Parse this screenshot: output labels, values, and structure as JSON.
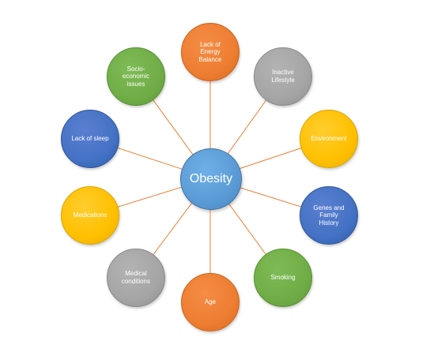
{
  "center": {
    "label": "Obesity",
    "color": "#5b9bd5"
  },
  "connector_color": "#ed7d31",
  "nodes": [
    {
      "id": "lack-of-energy-balance",
      "label": "Lack of\nEnergy\nBalance",
      "color": "orange"
    },
    {
      "id": "inactive-lifestyle",
      "label": "Inactive\nLifestyle",
      "color": "gray"
    },
    {
      "id": "environment",
      "label": "Environment",
      "color": "yellow"
    },
    {
      "id": "genes-and-family-history",
      "label": "Genes and\nFamily\nHistory",
      "color": "blue"
    },
    {
      "id": "smoking",
      "label": "Smoking",
      "color": "green"
    },
    {
      "id": "age",
      "label": "Age",
      "color": "orange"
    },
    {
      "id": "medical-conditions",
      "label": "Medical\nconditions",
      "color": "gray"
    },
    {
      "id": "medications",
      "label": "Medications",
      "color": "yellow"
    },
    {
      "id": "lack-of-sleep",
      "label": "Lack of sleep",
      "color": "blue"
    },
    {
      "id": "socio-economic-issues",
      "label": "Socio-\neconomic\nissues",
      "color": "green"
    }
  ]
}
